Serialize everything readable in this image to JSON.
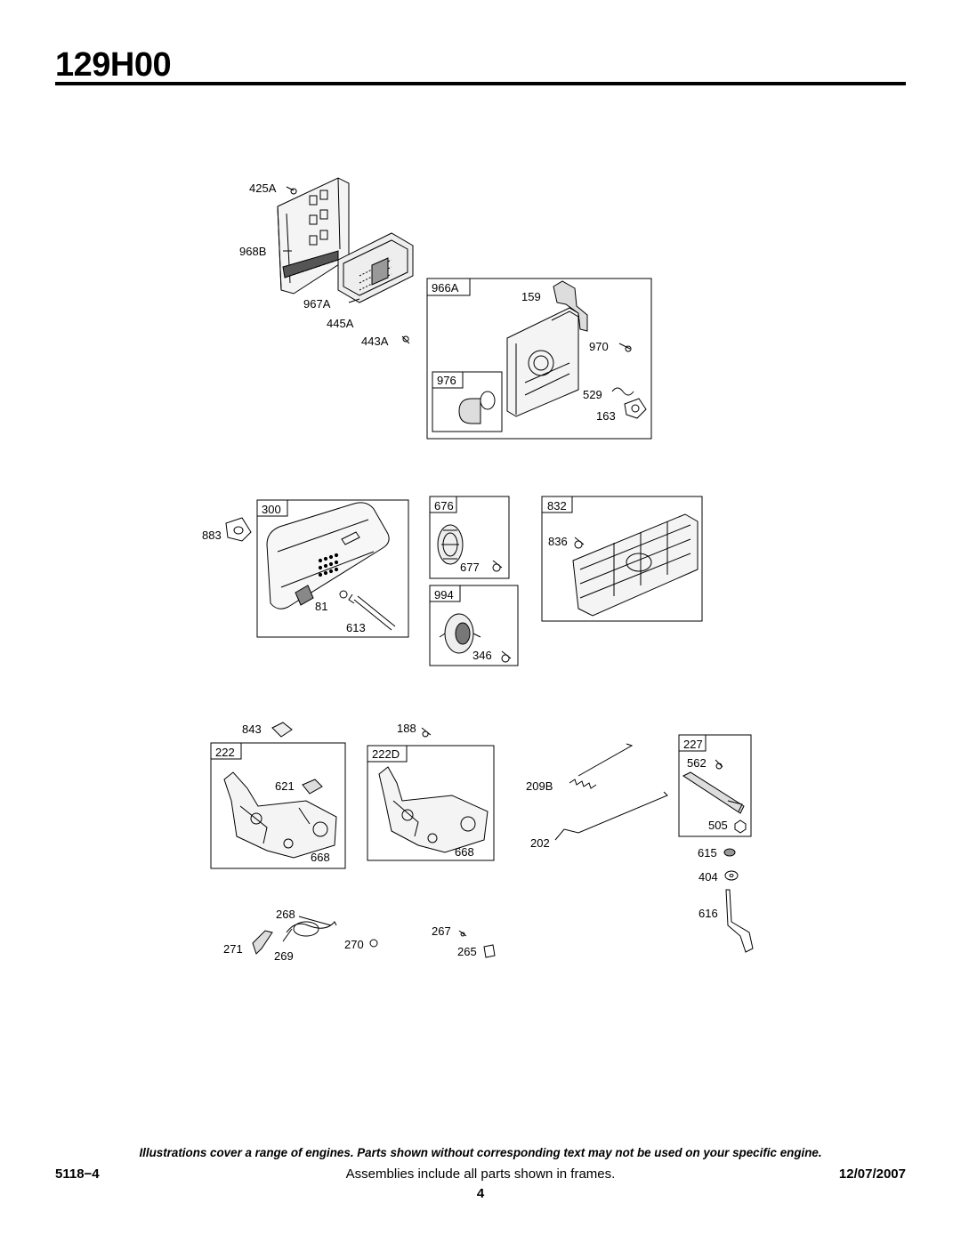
{
  "header": {
    "model": "129H00"
  },
  "labels": {
    "p425A": "425A",
    "p968B": "968B",
    "p967A": "967A",
    "p445A": "445A",
    "p443A": "443A",
    "p966A": "966A",
    "p159": "159",
    "p970": "970",
    "p976": "976",
    "p529": "529",
    "p163": "163",
    "p883": "883",
    "p300": "300",
    "p81": "81",
    "p613": "613",
    "p676": "676",
    "p677": "677",
    "p994": "994",
    "p346": "346",
    "p832": "832",
    "p836": "836",
    "p843": "843",
    "p188": "188",
    "p222": "222",
    "p621": "621",
    "p668a": "668",
    "p222D": "222D",
    "p668b": "668",
    "p209B": "209B",
    "p202": "202",
    "p227": "227",
    "p562": "562",
    "p505": "505",
    "p615": "615",
    "p404": "404",
    "p616": "616",
    "p268": "268",
    "p271": "271",
    "p269": "269",
    "p270": "270",
    "p267": "267",
    "p265": "265"
  },
  "footer": {
    "disclaimer": "Illustrations cover a range of engines. Parts shown without corresponding text may not be used on your specific engine.",
    "doc_number": "5118−4",
    "assemblies_note": "Assemblies include all parts shown in frames.",
    "date": "12/07/2007",
    "page_number": "4"
  }
}
